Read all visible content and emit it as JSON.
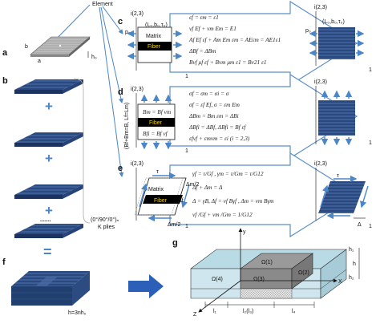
{
  "panels": {
    "a": "a",
    "b": "b",
    "c": "c",
    "d": "d",
    "e": "e",
    "f": "f",
    "g": "g"
  },
  "element_label": "Element",
  "panel_a": {
    "dim_a": "a",
    "dim_b": "b",
    "dim_h": "h₀"
  },
  "panel_b": {
    "plus": "+",
    "dots": ".......",
    "equals": "=",
    "ply_sequence": "(0°/90°/0°)ₙ",
    "ply_count": "K plies"
  },
  "panel_f": {
    "thickness": "h=3nh₀"
  },
  "panel_c": {
    "axis_i": "i(2,3)",
    "axis_1": "1",
    "load_vector": "(L₀,b₀,τ₀)",
    "stress": "p₀",
    "matrix": "Matrix",
    "fiber": "Fiber",
    "equations": [
      "εf = εm = ε1",
      "νf Ef + νm Em = E1",
      "Af Ef εf + Am Em εm = AEεm = AE1ε1",
      "ΔBf = ΔBm",
      "Bνf μf εf + Bνm μm ε1 = Bν21 ε1"
    ],
    "out_axis_i": "i(2,3)",
    "out_load": "(L₀,b₀,τ₀)",
    "out_stress": "p₀",
    "out_axis_1": "1"
  },
  "panel_d": {
    "axis_i": "i(2,3)",
    "axis_1": "1",
    "side_label": "(Bf+Bm=B, Lf=Lm)",
    "box_top": "Bm = Bf νm",
    "fiber": "Fiber",
    "box_bottom": "Bfi = Bf νf",
    "equations": [
      "σf = σm = σi = σ",
      "σf = εf Ef, σ = εm Em",
      "ΔBm = Bm εm = ΔBi",
      "ΔBfi = ΔBf,  ΔBfi = Bf εf",
      "εfνf + εmνm = εi (i = 2,3)"
    ],
    "out_axis_i": "i(2,3)",
    "out_axis_1": "1"
  },
  "panel_e": {
    "axis_i": "i(2,3)",
    "axis_1": "1",
    "tau": "τ",
    "matrix": "Matrix",
    "fiber": "Fiber",
    "delta_half_top": "Δm/2",
    "delta_f": "Δf",
    "delta_half_bottom": "Δm/2",
    "equations": [
      "γf = τ/Gf , γm = τ/Gm = τ/G12",
      "Δf + Δm = Δ",
      "Δ = γB, Δf = νf Bγf , Δm = νm Bγm",
      "νf /Gf + νm /Gm = 1/G12"
    ],
    "out_axis_i": "i(2,3)",
    "out_tau": "τ",
    "out_delta": "Δ",
    "out_axis_1": "1"
  },
  "panel_g": {
    "axis_y": "y",
    "axis_x": "X",
    "axis_z": "Z",
    "h1": "h₁",
    "h": "h",
    "h2": "h₂",
    "omega1": "Ω(1)",
    "omega2": "Ω(2)",
    "omega3": "Ω(3)",
    "omega4": "Ω(4)",
    "l1": "l₁",
    "l2": "l₂(l₃)",
    "l4": "l₄"
  },
  "colors": {
    "ply_blue": "#2f4f86",
    "ply_dark": "#1c335f",
    "arrow_blue": "#4a86c8",
    "fiber_black": "#000000",
    "g_top": "#9fc9d6",
    "g_gray": "#9a9a9a"
  }
}
